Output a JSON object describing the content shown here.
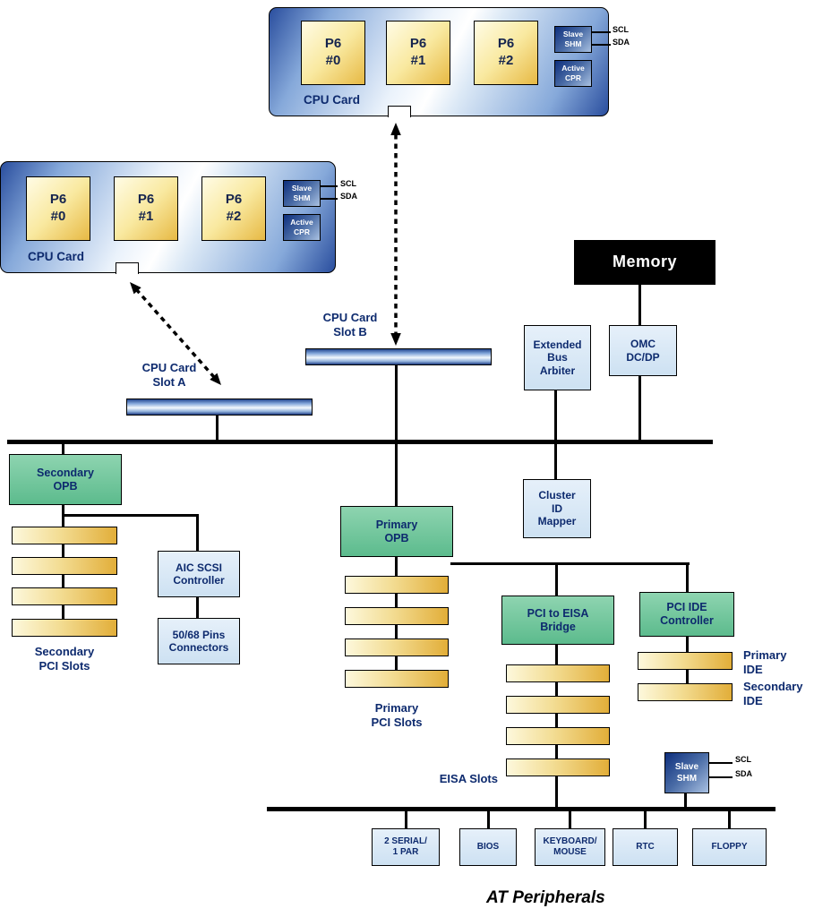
{
  "cards": {
    "b": {
      "label": "CPU Card",
      "cpus": [
        "P6\n#0",
        "P6\n#1",
        "P6\n#2"
      ],
      "slave_shm": "Slave\nSHM",
      "active_cpr": "Active\nCPR",
      "scl": "SCL",
      "sda": "SDA"
    },
    "a": {
      "label": "CPU Card",
      "cpus": [
        "P6\n#0",
        "P6\n#1",
        "P6\n#2"
      ],
      "slave_shm": "Slave\nSHM",
      "active_cpr": "Active\nCPR",
      "scl": "SCL",
      "sda": "SDA"
    }
  },
  "memory": "Memory",
  "slot_labels": {
    "b": "CPU Card\nSlot B",
    "a": "CPU Card\nSlot A"
  },
  "boxes": {
    "extended_bus_arbiter": "Extended\nBus\nArbiter",
    "omc": "OMC\nDC/DP",
    "cluster_id_mapper": "Cluster\nID\nMapper",
    "secondary_opb": "Secondary\nOPB",
    "primary_opb": "Primary\nOPB",
    "aic_scsi_controller": "AIC SCSI\nController",
    "pins_connectors": "50/68 Pins\nConnectors",
    "pci_to_eisa_bridge": "PCI to EISA\nBridge",
    "pci_ide_controller": "PCI IDE\nController"
  },
  "labels": {
    "secondary_pci_slots": "Secondary\nPCI Slots",
    "primary_pci_slots": "Primary\nPCI Slots",
    "eisa_slots": "EISA Slots",
    "primary_ide": "Primary\nIDE",
    "secondary_ide": "Secondary\nIDE",
    "at_peripherals": "AT Peripherals"
  },
  "slave_shm_bottom": {
    "label": "Slave\nSHM",
    "scl": "SCL",
    "sda": "SDA"
  },
  "peripherals": [
    "2 SERIAL/\n1 PAR",
    "BIOS",
    "KEYBOARD/\nMOUSE",
    "RTC",
    "FLOPPY"
  ],
  "colors": {
    "green": "#5cbb8d",
    "light_blue": "#cde1f2",
    "navy": "#0d2a6e",
    "slot_gold": "#e2ae39",
    "card_blue": "#2a4e9e",
    "memory_black": "#000000"
  }
}
